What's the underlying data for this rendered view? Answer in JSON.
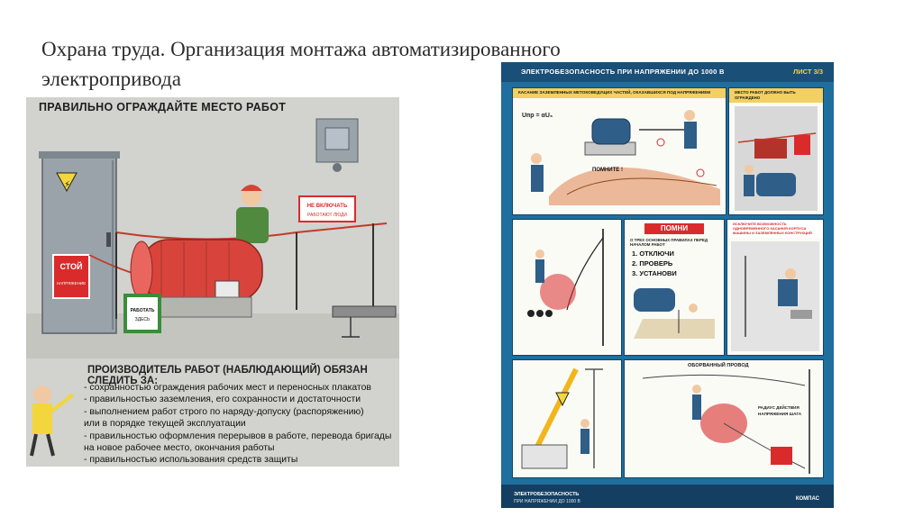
{
  "slide": {
    "title_line1": "Охрана труда. Организация монтажа автоматизированного",
    "title_line2": "электропривода"
  },
  "left_poster": {
    "header": "ПРАВИЛЬНО ОГРАЖДАЙТЕ МЕСТО РАБОТ",
    "sign_stop": "СТОЙ",
    "sign_stop_sub": "НАПРЯЖЕНИЕ",
    "sign_ne_vkl": "НЕ ВКЛЮЧАТЬ",
    "sign_ne_vkl_sub": "РАБОТАЮТ ЛЮДИ",
    "sign_rabotat": "РАБОТАТЬ",
    "sign_rabotat_sub": "ЗДЕСЬ",
    "supervisor_heading": "ПРОИЗВОДИТЕЛЬ РАБОТ (НАБЛЮДАЮЩИЙ) ОБЯЗАН СЛЕДИТЬ ЗА:",
    "duties": [
      "- сохранностью ограждения рабочих мест и переносных плакатов",
      "- правильностью заземления, его сохранности и достаточности",
      "- выполнением работ строго по наряду-допуску (распоряжению)",
      "  или в порядке текущей эксплуатации",
      "- правильностью оформления перерывов в работе, перевода бригады",
      "  на новое рабочее место, окончания работы",
      "- правильностью использования средств защиты"
    ]
  },
  "right_poster": {
    "title": "ЭЛЕКТРОБЕЗОПАСНОСТЬ ПРИ НАПРЯЖЕНИИ ДО 1000 В",
    "sheet": "ЛИСТ 3/3",
    "panel1_title": "КАСАНИЕ ЗАЗЕМЛЕННЫХ МЕТОКОВЕДУЩИХ ЧАСТЕЙ, ОКАЗАВШИХСЯ ПОД НАПРЯЖЕНИЕМ",
    "panel1_formula": "Uпр = αU₃",
    "panel1_pomnite": "ПОМНИТЕ !",
    "panel2_title": "МЕСТО РАБОТ ДОЛЖНО БЫТЬ ОГРАЖДЕНО",
    "pomni_label": "ПОМНИ",
    "pomni_intro": "О ТРЕХ ОСНОВНЫХ ПРАВИЛАХ ПЕРЕД НАЧАЛОМ РАБОТ",
    "pomni_rules": [
      "1. ОТКЛЮЧИ",
      "2. ПРОВЕРЬ",
      "3. УСТАНОВИ"
    ],
    "panel4_title": "ИСКЛЮЧИТЕ ВОЗМОЖНОСТЬ ОДНОВРЕМЕННОГО КАСАНИЯ КОРПУСА МАШИНЫ И ЗАЗЕМЛЕННЫХ КОНСТРУКЦИЙ",
    "panel5_title": "ОБОРВАННЫЙ ПРОВОД",
    "panel5_note": "РАДИУС ДЕЙСТВИЯ НАПРЯЖЕНИЯ ШАГА",
    "footer_left1": "ЭЛЕКТРОБЕЗОПАСНОСТЬ",
    "footer_left2": "ПРИ НАПРЯЖЕНИИ ДО 1000 В",
    "footer_brand": "КОМПАС"
  },
  "colors": {
    "poster_blue": "#1e6f9e",
    "header_yellow": "#f2d063",
    "danger_red": "#d92b2b",
    "motor_red": "#d8443c"
  }
}
